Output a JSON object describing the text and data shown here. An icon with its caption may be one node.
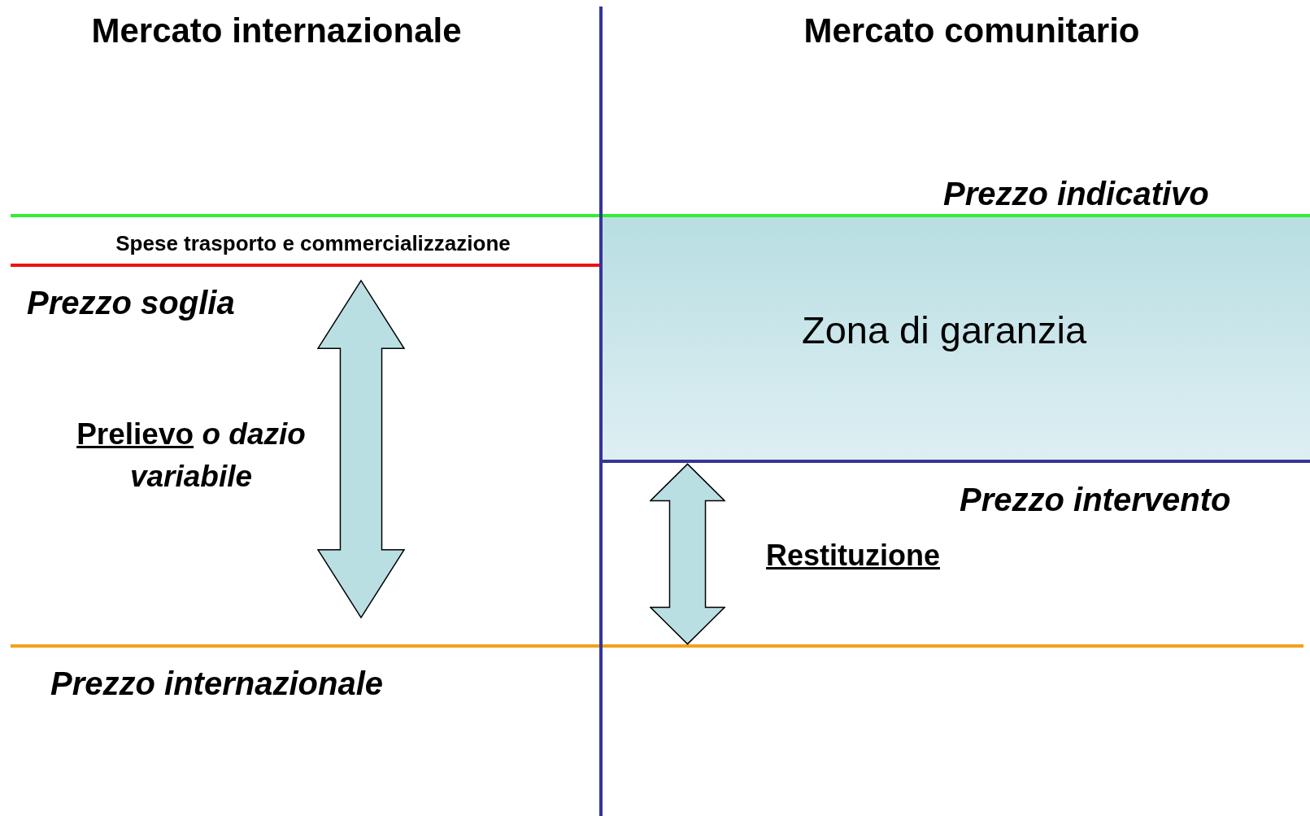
{
  "diagram": {
    "nodes": [
      {
        "text": [
          "Zona di garanzia"
        ]
      }
    ],
    "labels": [
      "Mercato internazionale",
      "Mercato comunitario",
      "Prezzo indicativo",
      "Spese trasporto e commercializzazione",
      "Prezzo soglia",
      "**Prelievo** *o dazio variabile*",
      "Prezzo intervento",
      "Restituzione",
      "Prezzo internazionale"
    ]
  }
}
